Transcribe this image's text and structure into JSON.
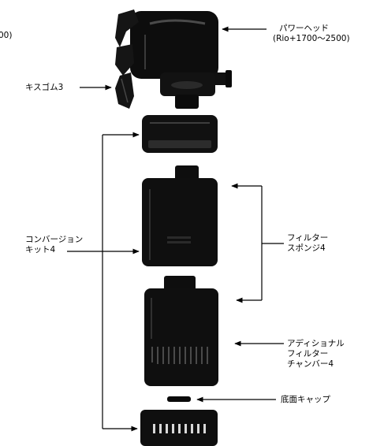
{
  "colors": {
    "ink": "#000000",
    "paper": "#ffffff",
    "part": "#101010",
    "highlight": "#4a4a4a"
  },
  "labels": {
    "edge_fragment": "00)",
    "power_head": {
      "line1": "パワーヘッド",
      "line2": "(Rio+1700〜2500)"
    },
    "suction_cup": "キスゴム3",
    "conversion_kit": {
      "line1": "コンバージョン",
      "line2": "キット4"
    },
    "filter_sponge": {
      "line1": "フィルター",
      "line2": "スポンジ4"
    },
    "additional_chamber": {
      "line1": "アディショナル",
      "line2": "フィルター",
      "line3": "チャンバー4"
    },
    "bottom_cap": "底面キャップ"
  },
  "icons": {
    "arrow": "arrow-icon",
    "power_head": "power-head-icon",
    "suction_cup": "suction-cup-icon",
    "cap": "conversion-cap-icon",
    "sponge": "filter-sponge-icon",
    "chamber": "filter-chamber-icon",
    "small_cap": "bottom-cap-icon",
    "base": "base-intake-icon"
  }
}
